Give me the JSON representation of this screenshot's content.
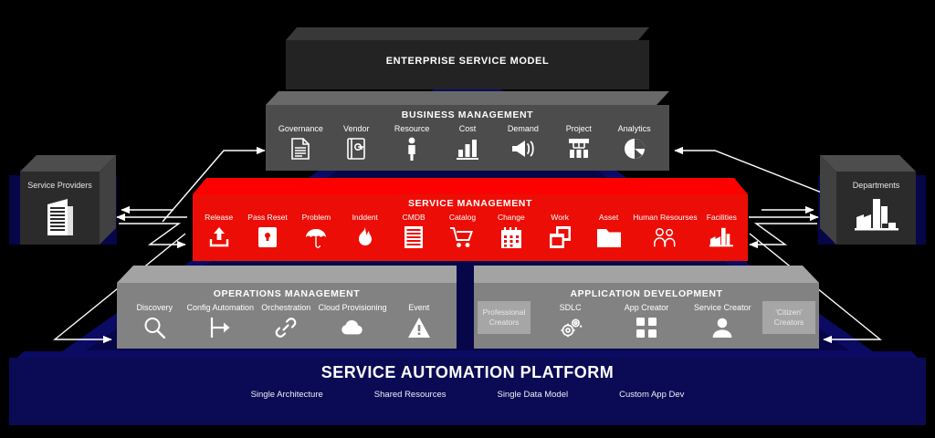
{
  "diagram": {
    "apex": {
      "title": "ENTERPRISE SERVICE MODEL"
    },
    "business_management": {
      "title": "BUSINESS MANAGEMENT",
      "items": [
        {
          "label": "Governance",
          "icon": "document-icon"
        },
        {
          "label": "Vendor",
          "icon": "contract-book-icon"
        },
        {
          "label": "Resource",
          "icon": "person-icon"
        },
        {
          "label": "Cost",
          "icon": "bar-chart-icon"
        },
        {
          "label": "Demand",
          "icon": "megaphone-icon"
        },
        {
          "label": "Project",
          "icon": "org-chart-icon"
        },
        {
          "label": "Analytics",
          "icon": "pie-chart-icon"
        }
      ]
    },
    "service_management": {
      "title": "SERVICE MANAGEMENT",
      "color": "#ec0e06",
      "items": [
        {
          "label": "Release",
          "icon": "upload-icon"
        },
        {
          "label": "Pass Reset",
          "icon": "lock-icon"
        },
        {
          "label": "Problem",
          "icon": "umbrella-icon"
        },
        {
          "label": "Inddent",
          "icon": "flame-icon"
        },
        {
          "label": "CMDB",
          "icon": "database-icon"
        },
        {
          "label": "Catalog",
          "icon": "shopping-cart-icon"
        },
        {
          "label": "Change",
          "icon": "calendar-icon"
        },
        {
          "label": "Work",
          "icon": "stacked-windows-icon"
        },
        {
          "label": "Asset",
          "icon": "folder-icon"
        },
        {
          "label": "Human Resourses",
          "icon": "people-group-icon"
        },
        {
          "label": "Facilities",
          "icon": "factory-icon"
        }
      ]
    },
    "operations_management": {
      "title": "OPERATIONS MANAGEMENT",
      "items": [
        {
          "label": "Discovery",
          "icon": "magnifier-icon"
        },
        {
          "label": "Config Automation",
          "icon": "branch-arrow-icon"
        },
        {
          "label": "Orchestration",
          "icon": "chain-link-icon"
        },
        {
          "label": "Cloud Provisioning",
          "icon": "cloud-icon"
        },
        {
          "label": "Event",
          "icon": "warning-triangle-icon"
        }
      ]
    },
    "application_development": {
      "title": "APPLICATION DEVELOPMENT",
      "left_tag": "Professional Creators",
      "right_tag": "'Citizen' Creators",
      "items": [
        {
          "label": "SDLC",
          "icon": "gears-icon"
        },
        {
          "label": "App Creator",
          "icon": "grid-squares-icon"
        },
        {
          "label": "Service Creator",
          "icon": "user-icon"
        }
      ]
    },
    "actors": {
      "left": {
        "label": "Service Providers",
        "icon": "office-building-icon"
      },
      "right": {
        "label": "Departments",
        "icon": "factory-building-icon"
      }
    },
    "platform": {
      "title": "SERVICE AUTOMATION PLATFORM",
      "pillars": [
        "Single Architecture",
        "Shared Resources",
        "Single Data Model",
        "Custom App Dev"
      ]
    },
    "colors": {
      "navy": "#060649",
      "navy_light": "#0b0b63",
      "red": "#ec0e06",
      "red_light": "#fe0000",
      "gray": "#828282",
      "gray_light": "#a3a3a3",
      "dark": "#232323",
      "background": "#000000"
    }
  }
}
